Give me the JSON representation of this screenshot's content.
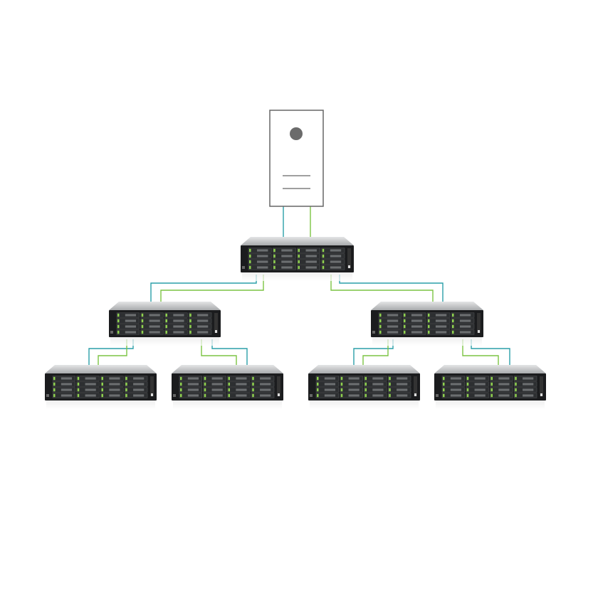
{
  "diagram": {
    "type": "storage-cascade-topology",
    "colors": {
      "teal_cable": "#2a9fa8",
      "green_cable": "#7cc443",
      "chassis": "#1b1c1e",
      "lid": "#c9cbcd",
      "drive_led": "#8fd14f",
      "host_outline": "#666666",
      "host_dot": "#6b6b6b"
    },
    "host": {
      "role": "host-server"
    },
    "levels": [
      {
        "level": 1,
        "units": 1
      },
      {
        "level": 2,
        "units": 2
      },
      {
        "level": 3,
        "units": 4
      }
    ],
    "drive_bays_per_unit": {
      "rows": 4,
      "cols": 4
    }
  }
}
